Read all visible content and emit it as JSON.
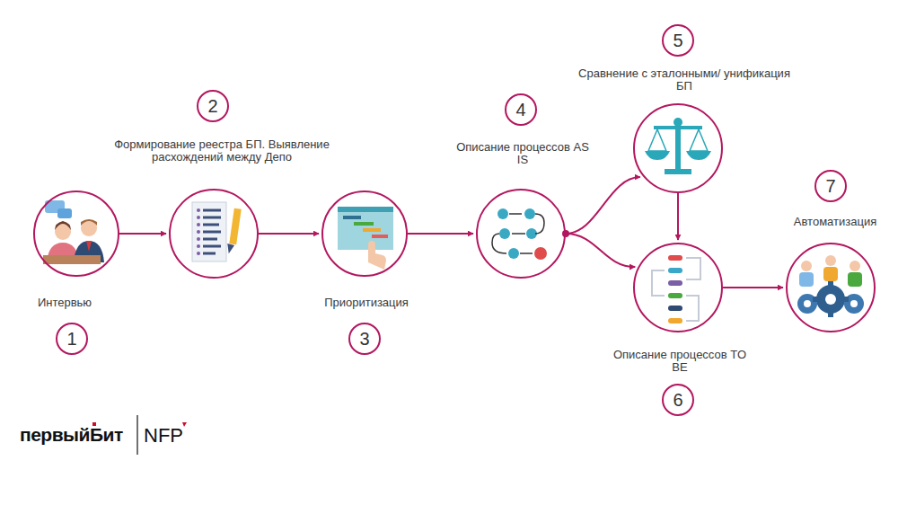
{
  "diagram": {
    "nodes": [
      {
        "text": [
          "Интервью"
        ]
      },
      {
        "text": [
          "1"
        ]
      },
      {
        "text": [
          "Формирование реестра БП. Выявление расхождений между Депо"
        ]
      },
      {
        "text": [
          "2"
        ]
      },
      {
        "text": [
          "Приоритизация"
        ]
      },
      {
        "text": [
          "3"
        ]
      },
      {
        "text": [
          "Описание процессов AS IS"
        ]
      },
      {
        "text": [
          "4"
        ]
      },
      {
        "text": [
          "Сравнение с эталонными/ унификация БП"
        ]
      },
      {
        "text": [
          "5"
        ]
      },
      {
        "text": [
          "Описание процессов TO BE"
        ]
      },
      {
        "text": [
          "6"
        ]
      },
      {
        "text": [
          "Автоматизация"
        ]
      },
      {
        "text": [
          "7"
        ]
      }
    ],
    "edges": [
      {
        "from": 0,
        "to": 2,
        "arrow": "to"
      },
      {
        "from": 2,
        "to": 4,
        "arrow": "to"
      },
      {
        "from": 4,
        "to": 6,
        "arrow": "to"
      },
      {
        "from": 6,
        "to": 8,
        "arrow": "to"
      },
      {
        "from": 6,
        "to": 10,
        "arrow": "to"
      },
      {
        "from": 8,
        "to": 10,
        "arrow": "to"
      },
      {
        "from": 10,
        "to": 12,
        "arrow": "to"
      }
    ],
    "labels": [
      "первыйБит",
      "NFP"
    ]
  }
}
